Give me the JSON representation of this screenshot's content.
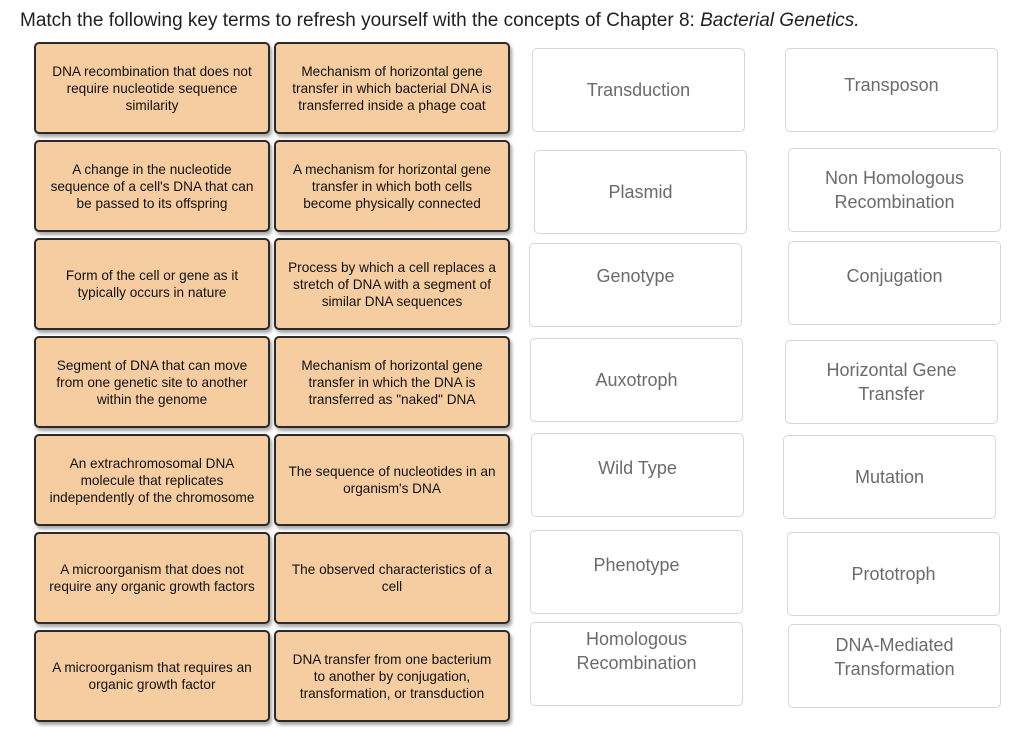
{
  "instruction": {
    "text": "Match the following key terms to refresh yourself with the concepts of Chapter 8: ",
    "chapter_title": "Bacterial Genetics."
  },
  "definitions": [
    "DNA recombination that does not require nucleotide sequence similarity",
    "Mechanism of horizontal gene transfer in which bacterial DNA is transferred inside a phage coat",
    "A change in the nucleotide sequence of a cell's DNA that can be passed to its offspring",
    "A mechanism for horizontal gene transfer in which both cells become physically connected",
    "Form of the cell or gene as it typically occurs in nature",
    "Process by which a cell replaces a stretch of DNA with a segment of similar DNA sequences",
    "Segment of DNA that can move from one genetic site to another within the genome",
    "Mechanism of horizontal gene transfer in which the DNA is transferred as \"naked\" DNA",
    "An extrachromosomal DNA molecule that replicates independently of the chromosome",
    "The sequence of nucleotides in an organism's DNA",
    "A microorganism that does not require any organic growth factors",
    "The observed characteristics of a cell",
    "A microorganism that requires an organic growth factor",
    "DNA transfer from one bacterium to another by conjugation, transformation, or transduction"
  ],
  "terms": [
    "Transduction",
    "Transposon",
    "Plasmid",
    "Non Homologous Recombination",
    "Genotype",
    "Conjugation",
    "Auxotroph",
    "Horizontal Gene Transfer",
    "Wild Type",
    "Mutation",
    "Phenotype",
    "Prototroph",
    "Homologous Recombination",
    "DNA-Mediated Transformation"
  ]
}
